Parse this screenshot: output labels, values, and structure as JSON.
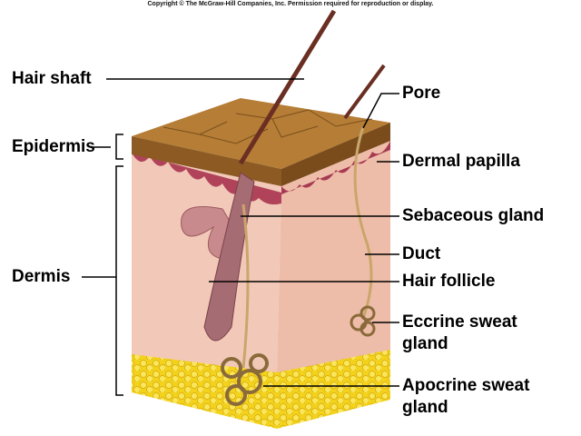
{
  "copyright": "Copyright © The McGraw-Hill Companies, Inc. Permission required for reproduction or display.",
  "labels_left": {
    "hair_shaft": "Hair shaft",
    "epidermis": "Epidermis",
    "dermis": "Dermis"
  },
  "labels_right": {
    "pore": "Pore",
    "dermal_papilla": "Dermal papilla",
    "sebaceous_gland": "Sebaceous gland",
    "duct": "Duct",
    "hair_follicle": "Hair follicle",
    "eccrine_line1": "Eccrine sweat",
    "eccrine_line2": "gland",
    "apocrine_line1": "Apocrine sweat",
    "apocrine_line2": "gland"
  },
  "colors": {
    "epidermis": "#a8742f",
    "papilla": "#b0435a",
    "dermis": "#f2c9b8",
    "fat": "#f3d21c",
    "hair": "#6a2f22",
    "gland": "#c9a66b"
  }
}
